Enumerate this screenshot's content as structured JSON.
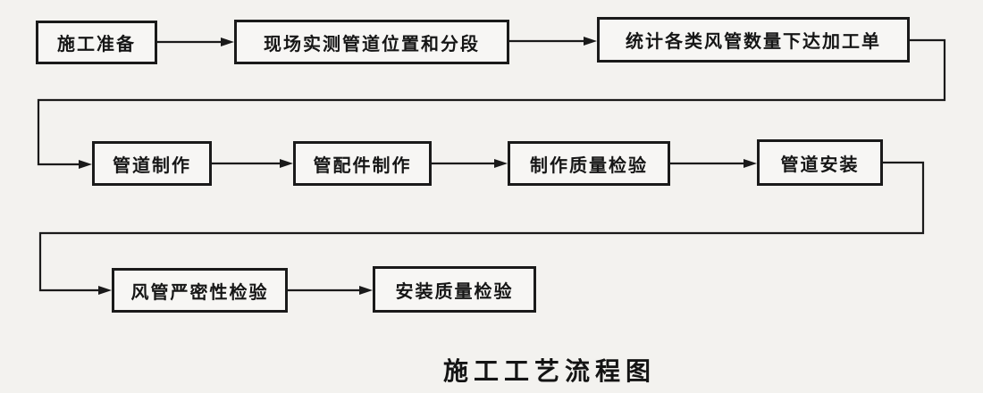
{
  "caption": "施工工艺流程图",
  "flow": {
    "steps": [
      {
        "label": "施工准备"
      },
      {
        "label": "现场实测管道位置和分段"
      },
      {
        "label": "统计各类风管数量下达加工单"
      },
      {
        "label": "管道制作"
      },
      {
        "label": "管配件制作"
      },
      {
        "label": "制作质量检验"
      },
      {
        "label": "管道安装"
      },
      {
        "label": "风管严密性检验"
      },
      {
        "label": "安装质量检验"
      }
    ]
  },
  "colors": {
    "paper_background": "#f3f2ef",
    "line": "#1a1a1a",
    "text": "#161616"
  }
}
